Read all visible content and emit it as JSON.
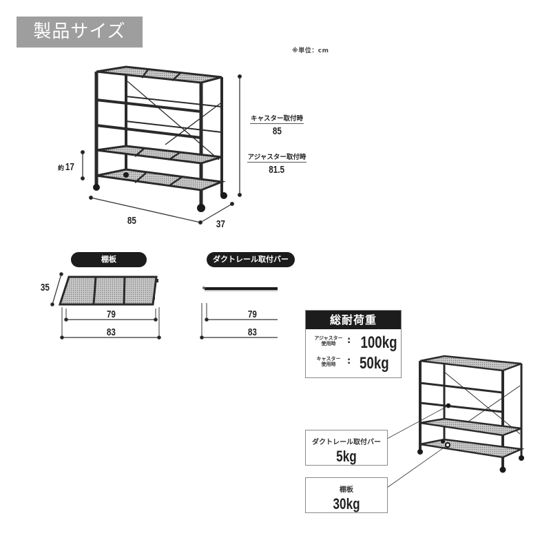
{
  "header": {
    "title": "製品サイズ",
    "unit_note": "※単位：cm"
  },
  "main_dimensions": {
    "height_with_caster_label": "キャスター取付時",
    "height_with_caster_value": "85",
    "height_with_adjuster_label": "アジャスター取付時",
    "height_with_adjuster_value": "81.5",
    "bottom_clearance_prefix": "約",
    "bottom_clearance_value": "17",
    "width": "85",
    "depth": "37"
  },
  "shelf_board": {
    "title": "棚板",
    "depth": "35",
    "inner_width": "79",
    "outer_width": "83"
  },
  "duct_rail_bar": {
    "title": "ダクトレール取付バー",
    "inner_width": "79",
    "outer_width": "83"
  },
  "total_load": {
    "title": "総耐荷重",
    "rows": [
      {
        "label_line1": "アジャスター",
        "label_line2": "使用時",
        "colon": ":",
        "value": "100kg"
      },
      {
        "label_line1": "キャスター",
        "label_line2": "使用時",
        "colon": ":",
        "value": "50kg"
      }
    ]
  },
  "part_loads": [
    {
      "label": "ダクトレール取付バー",
      "value": "5kg"
    },
    {
      "label": "棚板",
      "value": "30kg"
    }
  ],
  "colors": {
    "banner": "#9e9e9e",
    "frame": "#2a2a2a",
    "pill": "#1c1c1c",
    "mesh": "#b8b8b8"
  }
}
